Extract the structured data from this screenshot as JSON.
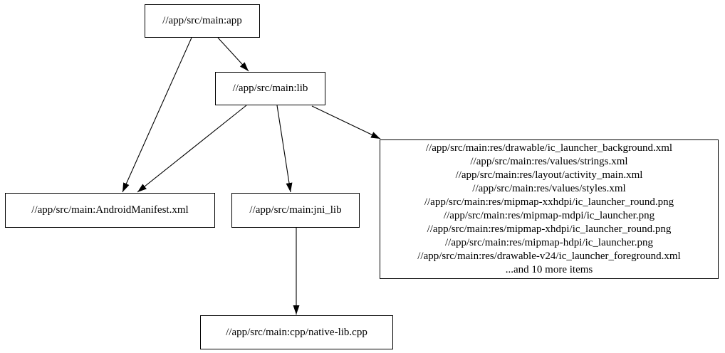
{
  "graph": {
    "kind": "build-dependency-graph",
    "background_color": "#ffffff",
    "node_border_color": "#000000",
    "edge_color": "#000000",
    "text_color": "#000000",
    "nodes": {
      "app": {
        "label": "//app/src/main:app"
      },
      "lib": {
        "label": "//app/src/main:lib"
      },
      "manifest": {
        "label": "//app/src/main:AndroidManifest.xml"
      },
      "jni_lib": {
        "label": "//app/src/main:jni_lib"
      },
      "native_lib": {
        "label": "//app/src/main:cpp/native-lib.cpp"
      },
      "res": {
        "lines": [
          "//app/src/main:res/drawable/ic_launcher_background.xml",
          "//app/src/main:res/values/strings.xml",
          "//app/src/main:res/layout/activity_main.xml",
          "//app/src/main:res/values/styles.xml",
          "//app/src/main:res/mipmap-xxhdpi/ic_launcher_round.png",
          "//app/src/main:res/mipmap-mdpi/ic_launcher.png",
          "//app/src/main:res/mipmap-xhdpi/ic_launcher_round.png",
          "//app/src/main:res/mipmap-hdpi/ic_launcher.png",
          "//app/src/main:res/drawable-v24/ic_launcher_foreground.xml",
          "...and 10 more items"
        ]
      }
    },
    "edges": [
      {
        "from": "//app/src/main:app",
        "to": "//app/src/main:lib"
      },
      {
        "from": "//app/src/main:app",
        "to": "//app/src/main:AndroidManifest.xml"
      },
      {
        "from": "//app/src/main:lib",
        "to": "//app/src/main:AndroidManifest.xml"
      },
      {
        "from": "//app/src/main:lib",
        "to": "//app/src/main:jni_lib"
      },
      {
        "from": "//app/src/main:lib",
        "to": "//app/src/main:res (file group)"
      },
      {
        "from": "//app/src/main:jni_lib",
        "to": "//app/src/main:cpp/native-lib.cpp"
      }
    ]
  }
}
